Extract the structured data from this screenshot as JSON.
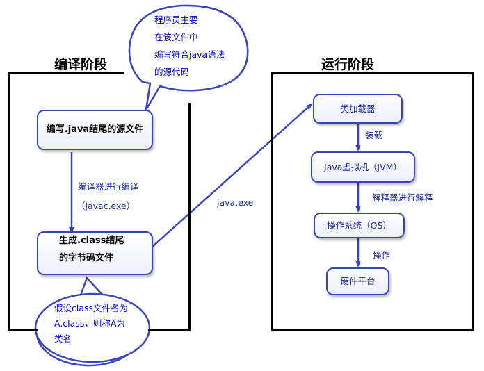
{
  "titles": {
    "compile_stage": "编译阶段",
    "run_stage": "运行阶段"
  },
  "compile": {
    "source_file": "编写.java结尾的源文件",
    "class_file": [
      "生成.class结尾",
      "的字节码文件"
    ],
    "compile_label": [
      "编译器进行编译",
      "（javac.exe）"
    ]
  },
  "bubble_top": [
    "程序员主要",
    "在该文件中",
    "编写符合java语法",
    "的源代码"
  ],
  "bubble_bottom": [
    "假设class文件名为",
    "A.class，则称A为",
    "类名"
  ],
  "link_label": "java.exe",
  "runtime": {
    "class_loader": "类加载器",
    "load_label": "装载",
    "jvm": "Java虚拟机（JVM）",
    "interpret_label": "解释器进行解释",
    "os": "操作系统（OS）",
    "operate_label": "操作",
    "hardware": "硬件平台"
  },
  "colors": {
    "accent": "#3a44b8",
    "text_blue": "#1c2a9a",
    "frame": "#000000",
    "bubble_text": "#0000cc"
  }
}
